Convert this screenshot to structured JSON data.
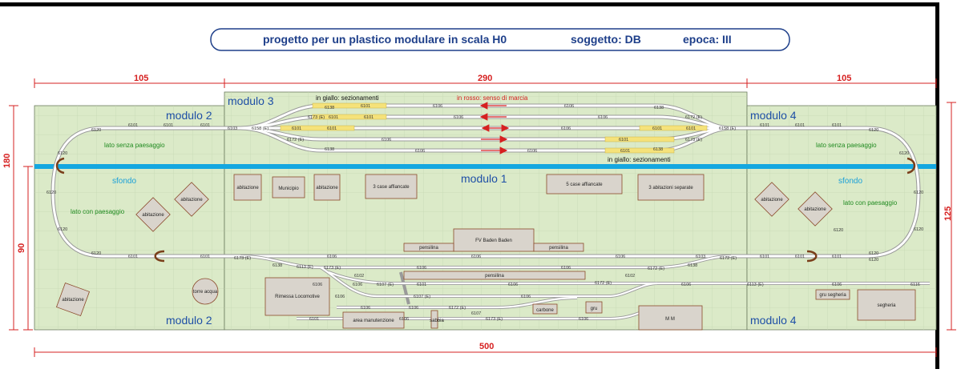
{
  "title": {
    "project": "progetto per un plastico modulare in scala H0",
    "subject": "soggetto: DB",
    "epoch": "epoca: III"
  },
  "colors": {
    "module_fill": "#dbeac8",
    "grid": "#c6d8b3",
    "backdrop": "#14a7e0",
    "dimension": "#d62020",
    "module_label": "#1e4fa6",
    "landscape_label": "#1f8a1f",
    "note_red": "#d62020",
    "section_yellow": "#f5e27a",
    "building_fill": "#d9d4cc",
    "building_border": "#8b4a2a"
  },
  "dimensions": {
    "left_width": "105",
    "center_width": "290",
    "right_width": "105",
    "total_width": "500",
    "left_height": "180",
    "left_inner_height": "90",
    "right_height": "125"
  },
  "modules": {
    "m1": "modulo 1",
    "m2_top": "modulo 2",
    "m2_bottom": "modulo 2",
    "m3": "modulo 3",
    "m4_top": "modulo 4",
    "m4_bottom": "modulo 4"
  },
  "notes": {
    "yellow_top": "in giallo: sezionamenti",
    "red": "in rosso: senso di marcia",
    "yellow_bottom": "in giallo: sezionamenti",
    "no_landscape_left": "lato senza paesaggio",
    "no_landscape_right": "lato senza paesaggio",
    "with_landscape_left": "lato con paesaggio",
    "with_landscape_right": "lato con paesaggio",
    "backdrop_left": "sfondo",
    "backdrop_right": "sfondo"
  },
  "buildings": {
    "b_abitazione_1": "abitazione",
    "b_municipio": "Municipio",
    "b_abitazione_2": "abitazione",
    "b_3case": "3 case affiancate",
    "b_5case": "5 case affiancate",
    "b_3abit": "3 abitazioni separate",
    "b_abit_l1": "abitazione",
    "b_abit_l2": "abitazione",
    "b_abit_l3": "abitazione",
    "b_torre": "torre acqua",
    "b_abit_r1": "abitazione",
    "b_abit_r2": "abitazione",
    "b_fv": "FV Baden Baden",
    "b_pens1": "pensilina",
    "b_pens2": "pensilina",
    "b_pens3": "pensilina",
    "b_rimessa": "Rimessa Locomotive",
    "b_manut": "area manutenzione",
    "b_sabbia": "sabbia",
    "b_carbone": "carbone",
    "b_gru": "gru",
    "b_mm": "M M",
    "b_gru_segheria": "gru segheria",
    "b_segheria": "segheria"
  },
  "track_labels": [
    {
      "id": "t01",
      "text": "6120"
    },
    {
      "id": "t02",
      "text": "6101"
    },
    {
      "id": "t03",
      "text": "6101"
    },
    {
      "id": "t04",
      "text": "6101"
    },
    {
      "id": "t05",
      "text": "6103"
    },
    {
      "id": "t06",
      "text": "6158 (E)"
    },
    {
      "id": "t07",
      "text": "6138"
    },
    {
      "id": "t08",
      "text": "6101"
    },
    {
      "id": "t09",
      "text": "6106"
    },
    {
      "id": "t10",
      "text": "6106"
    },
    {
      "id": "t11",
      "text": "6138"
    },
    {
      "id": "t12",
      "text": "6173 (E)"
    },
    {
      "id": "t13",
      "text": "6101"
    },
    {
      "id": "t14",
      "text": "6101"
    },
    {
      "id": "t15",
      "text": "6106"
    },
    {
      "id": "t16",
      "text": "6106"
    },
    {
      "id": "t17",
      "text": "6172 (E)"
    },
    {
      "id": "t18",
      "text": "6101"
    },
    {
      "id": "t19",
      "text": "6101"
    },
    {
      "id": "t20",
      "text": "6106"
    },
    {
      "id": "t21",
      "text": "6101"
    },
    {
      "id": "t22",
      "text": "6101"
    },
    {
      "id": "t23",
      "text": "6158 (E)"
    },
    {
      "id": "t24",
      "text": "6172 (E)"
    },
    {
      "id": "t25",
      "text": "6106"
    },
    {
      "id": "t26",
      "text": "6101"
    },
    {
      "id": "t27",
      "text": "6173 (E)"
    },
    {
      "id": "t28",
      "text": "6138"
    },
    {
      "id": "t29",
      "text": "6106"
    },
    {
      "id": "t30",
      "text": "6106"
    },
    {
      "id": "t31",
      "text": "6101"
    },
    {
      "id": "t32",
      "text": "6138"
    },
    {
      "id": "t33",
      "text": "6101"
    },
    {
      "id": "t34",
      "text": "6101"
    },
    {
      "id": "t35",
      "text": "6101"
    },
    {
      "id": "t36",
      "text": "6120"
    },
    {
      "id": "t37",
      "text": "6120"
    },
    {
      "id": "t38",
      "text": "6120"
    },
    {
      "id": "t39",
      "text": "6120"
    },
    {
      "id": "t40",
      "text": "6120"
    },
    {
      "id": "t41",
      "text": "6120"
    },
    {
      "id": "t42",
      "text": "6120"
    },
    {
      "id": "t43",
      "text": "6120"
    },
    {
      "id": "t44",
      "text": "6120"
    },
    {
      "id": "t45",
      "text": "6120"
    },
    {
      "id": "t46",
      "text": "6101"
    },
    {
      "id": "t47",
      "text": "6101"
    },
    {
      "id": "t48",
      "text": "6173 (E)"
    },
    {
      "id": "t49",
      "text": "6106"
    },
    {
      "id": "t50",
      "text": "6106"
    },
    {
      "id": "t51",
      "text": "6106"
    },
    {
      "id": "t52",
      "text": "6103"
    },
    {
      "id": "t53",
      "text": "6172 (E)"
    },
    {
      "id": "t54",
      "text": "6101"
    },
    {
      "id": "t55",
      "text": "6101"
    },
    {
      "id": "t56",
      "text": "6101"
    },
    {
      "id": "t57",
      "text": "6120"
    },
    {
      "id": "t58",
      "text": "6138"
    },
    {
      "id": "t59",
      "text": "6113 (E)"
    },
    {
      "id": "t60",
      "text": "6173 (E)"
    },
    {
      "id": "t61",
      "text": "6106"
    },
    {
      "id": "t62",
      "text": "6106"
    },
    {
      "id": "t63",
      "text": "6172 (E)"
    },
    {
      "id": "t64",
      "text": "6138"
    },
    {
      "id": "t65",
      "text": "6102"
    },
    {
      "id": "t66",
      "text": "6101"
    },
    {
      "id": "t67",
      "text": "6106"
    },
    {
      "id": "t68",
      "text": "6102"
    },
    {
      "id": "t69",
      "text": "6106"
    },
    {
      "id": "t70",
      "text": "6107 (E)"
    },
    {
      "id": "t71",
      "text": "6106"
    },
    {
      "id": "t72",
      "text": "6106"
    },
    {
      "id": "t73",
      "text": "6172 (E)"
    },
    {
      "id": "t74",
      "text": "6113 (E)"
    },
    {
      "id": "t75",
      "text": "6106"
    },
    {
      "id": "t76",
      "text": "6116"
    },
    {
      "id": "t77",
      "text": "6106"
    },
    {
      "id": "t78",
      "text": "6107 (E)"
    },
    {
      "id": "t79",
      "text": "6106"
    },
    {
      "id": "t80",
      "text": "6106"
    },
    {
      "id": "t81",
      "text": "6106"
    },
    {
      "id": "t82",
      "text": "6172 (E)"
    },
    {
      "id": "t83",
      "text": "6107"
    },
    {
      "id": "t84",
      "text": "6101"
    },
    {
      "id": "t85",
      "text": "6106"
    },
    {
      "id": "t86",
      "text": "6173 (E)"
    },
    {
      "id": "t87",
      "text": "6106"
    }
  ]
}
